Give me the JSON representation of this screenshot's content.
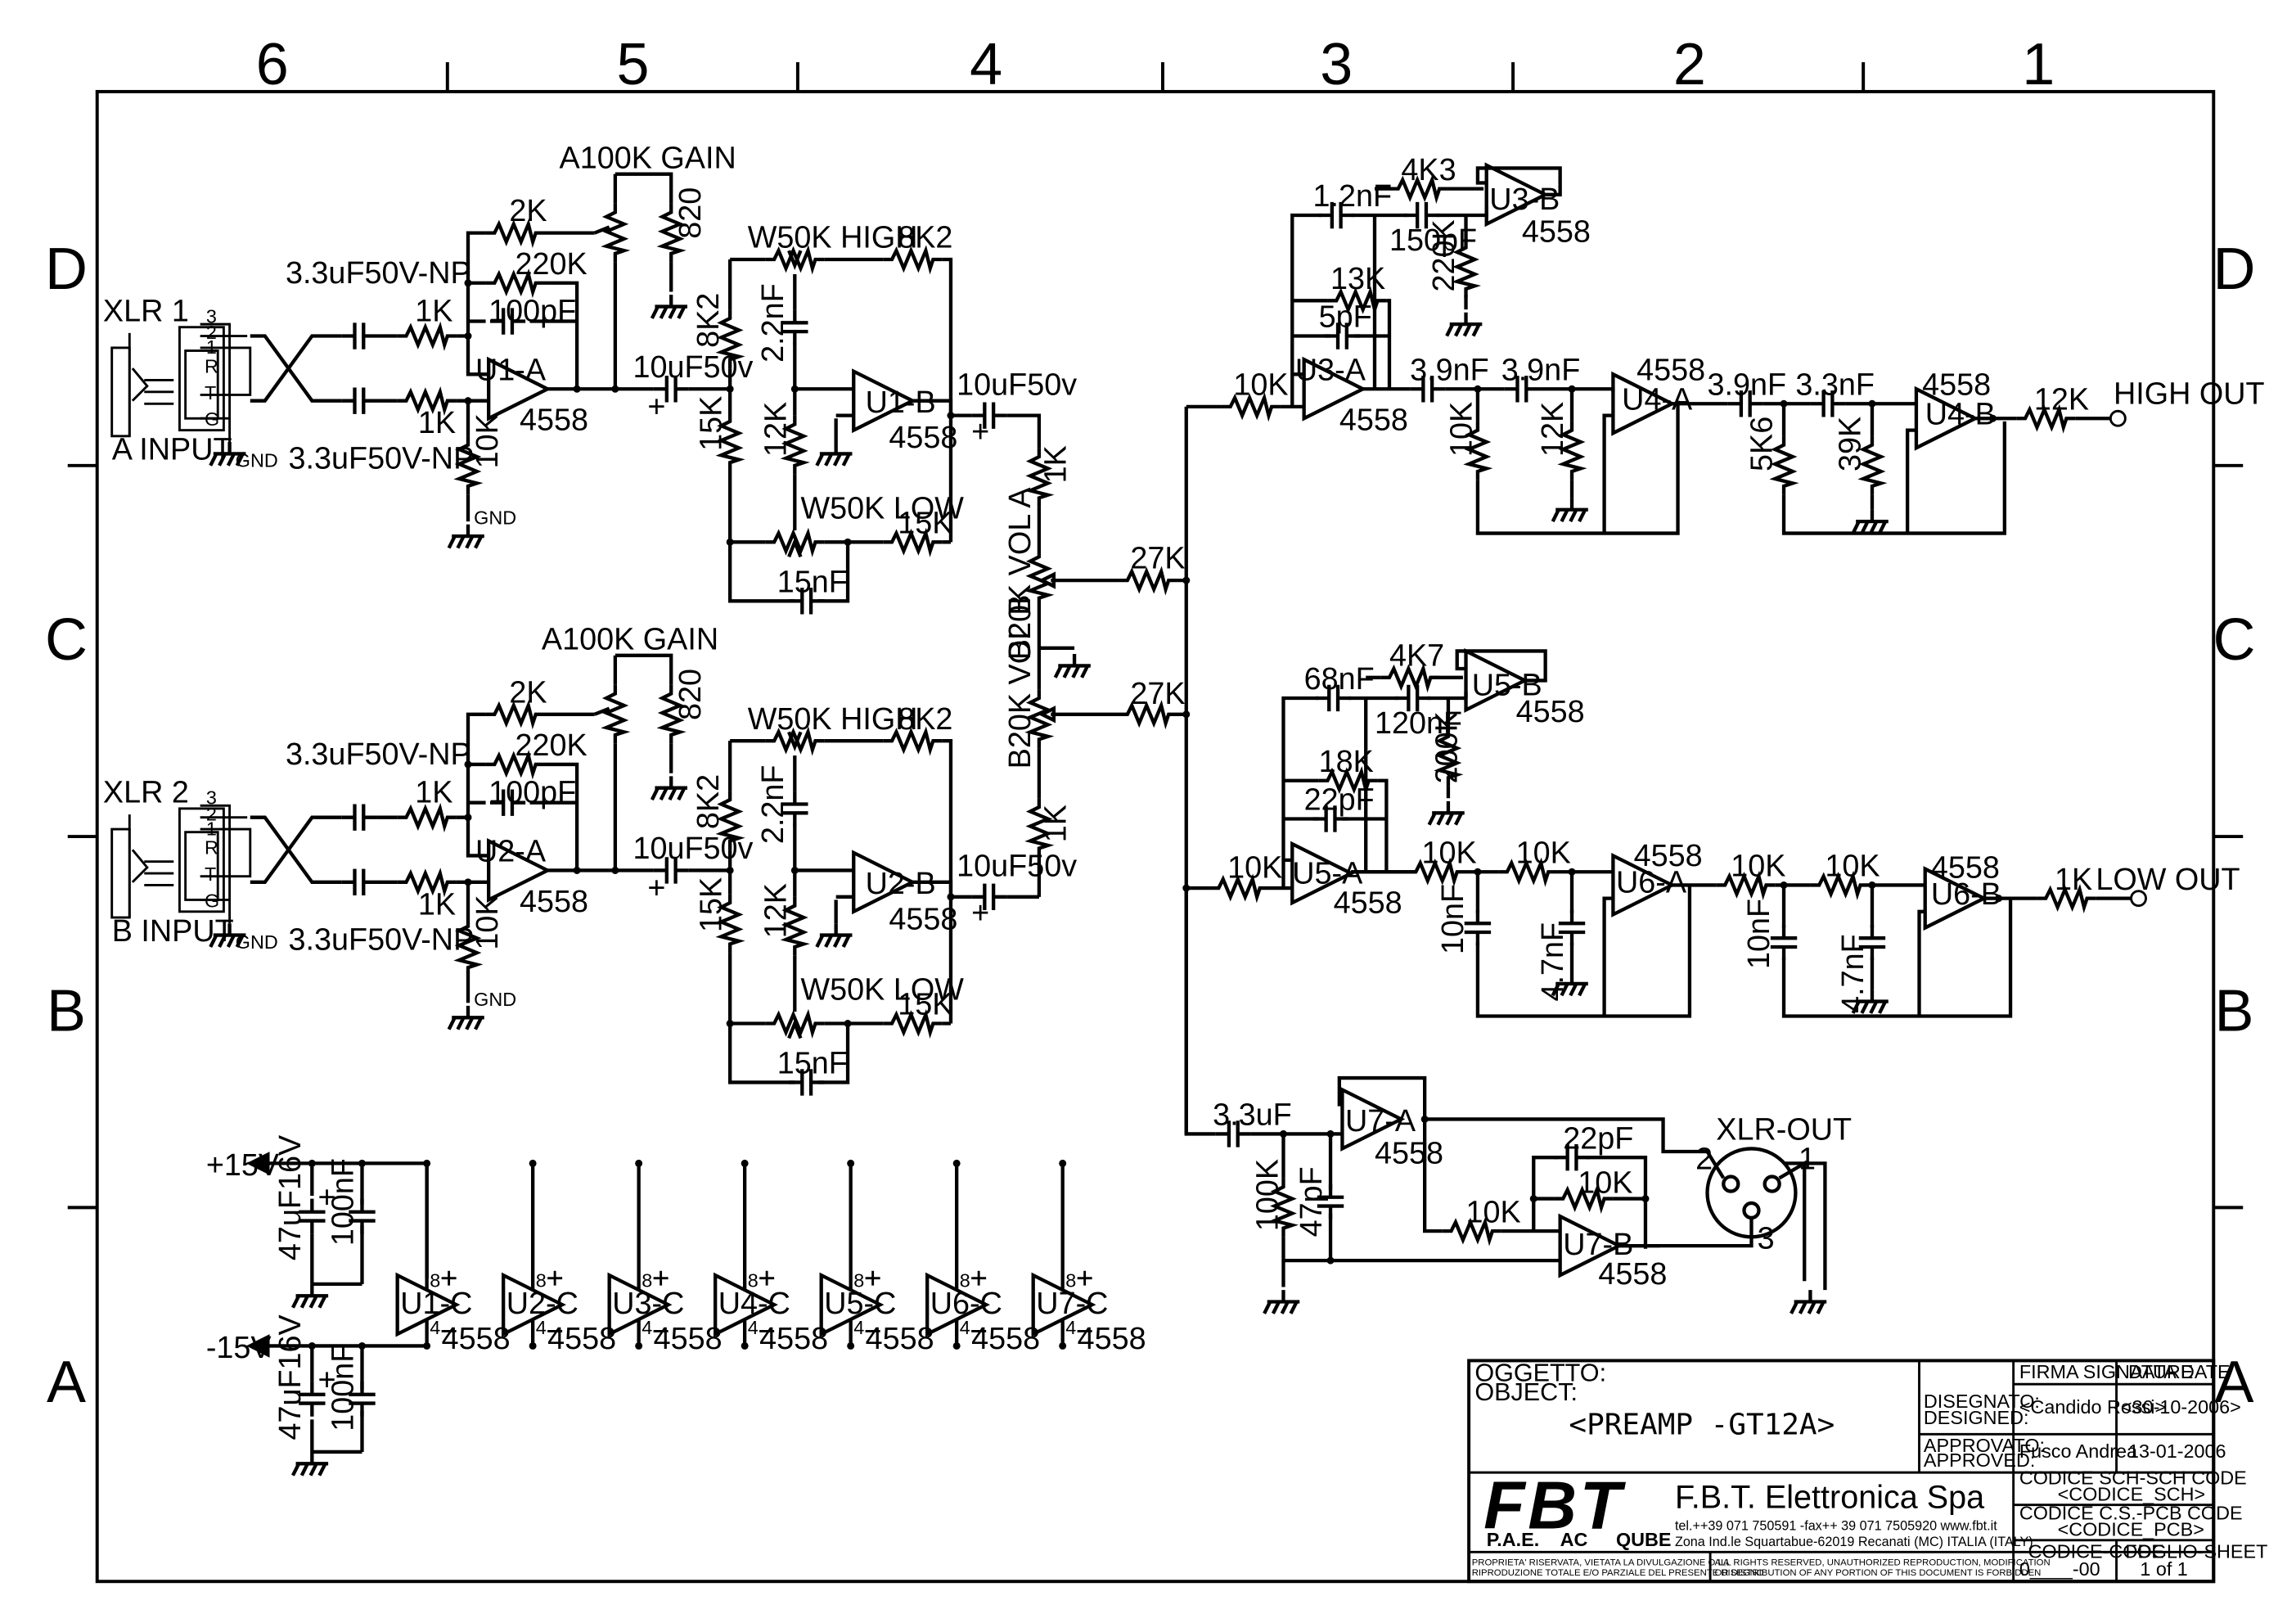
{
  "sheet": {
    "zones_top": [
      "6",
      "5",
      "4",
      "3",
      "2",
      "1"
    ],
    "zones_side": [
      "D",
      "C",
      "B",
      "A"
    ]
  },
  "inputs": {
    "a": {
      "xlr": "XLR 1",
      "name": "A INPUT",
      "pins": [
        "3",
        "2",
        "1"
      ],
      "contacts": [
        "R",
        "T",
        "G"
      ],
      "gnd": "GND",
      "gnd2": "GND"
    },
    "b": {
      "xlr": "XLR 2",
      "name": "B INPUT",
      "pins": [
        "3",
        "2",
        "1"
      ],
      "contacts": [
        "R",
        "T",
        "G"
      ],
      "gnd": "GND",
      "gnd2": "GND"
    }
  },
  "channel": {
    "cap_in": "3.3uF50V-NP",
    "r_in": "1K",
    "r_gain": "2K",
    "r_fb": "220K",
    "c_fb": "100pF",
    "pot_gain": "A100K GAIN",
    "r_gain2": "820",
    "r_bias": "10K",
    "cap_couple": "10uF50v",
    "pot_high": "W50K HIGH",
    "r_high": "8K2",
    "c_high": "2.2nF",
    "r_8k2": "8K2",
    "r_15k": "15K",
    "r_12k": "12K",
    "pot_low": "W50K LOW",
    "r_low": "15K",
    "c_low": "15nF",
    "cap_out": "10uF50v",
    "opamp": "4558",
    "plus": "+"
  },
  "opamps": {
    "u1a": "U1-A",
    "u1b": "U1-B",
    "u2a": "U2-A",
    "u2b": "U2-B",
    "u3a": "U3-A",
    "u3b": "U3-B",
    "u4a": "U4-A",
    "u4b": "U4-B",
    "u5a": "U5-A",
    "u5b": "U5-B",
    "u6a": "U6-A",
    "u6b": "U6-B",
    "u7a": "U7-A",
    "u7b": "U7-B"
  },
  "volume": {
    "r_top": "1K",
    "pot_a": "B20K VOL A",
    "pot_b": "B20K VOL B",
    "r_bot": "1K",
    "mix_a": "27K",
    "mix_b": "27K"
  },
  "high": {
    "r_in": "10K",
    "c1": "1.2nF",
    "r_4k3": "4K3",
    "c_150": "150pF",
    "r_220k": "220K",
    "r_13k": "13K",
    "c_5p": "5pF",
    "c_a": "3.9nF",
    "c_b": "3.9nF",
    "r_10k": "10K",
    "r_12k": "12K",
    "c_c": "3.9nF",
    "c_d": "3.3nF",
    "r_5k6": "5K6",
    "r_39k": "39K",
    "r_out": "12K",
    "out": "HIGH OUT"
  },
  "low": {
    "r_in": "10K",
    "c_68": "68nF",
    "r_4k7": "4K7",
    "c_120": "120nF",
    "r_200k": "200K",
    "r_18k": "18K",
    "c_22p": "22pF",
    "r_a": "10K",
    "r_b": "10K",
    "c_10n": "10nF",
    "c_47n": "4.7nF",
    "r_c": "10K",
    "r_d": "10K",
    "c_10n2": "10nF",
    "c_47n2": "4.7nF",
    "r_out": "1K",
    "out": "LOW OUT"
  },
  "xlrout": {
    "c_in": "3.3uF",
    "r_100k": "100K",
    "c_47p": "47pF",
    "c_22p": "22pF",
    "r_fb": "10K",
    "r_in": "10K",
    "label": "XLR-OUT",
    "pins": [
      "2",
      "1",
      "3"
    ]
  },
  "power": {
    "pos": "+15V",
    "neg": "-15V",
    "c_big": "47uF16V",
    "c_small": "100nF",
    "units": [
      "U1-C",
      "U2-C",
      "U3-C",
      "U4-C",
      "U5-C",
      "U6-C",
      "U7-C"
    ],
    "pin_top": "8",
    "pin_bot": "4"
  },
  "title_block": {
    "oggetto": "OGGETTO:",
    "object": "OBJECT:",
    "title": "<PREAMP -GT12A>",
    "disegnato": "DISEGNATO:",
    "designed": "DESIGNED:",
    "approvato": "APPROVATO:",
    "approved": "APPROVED:",
    "firma": "FIRMA SIGNATURE",
    "data": "DATA DATE",
    "designer": "<Candido Rossi>",
    "design_date": "<30-10-2006>",
    "approver": "Fusco Andrea",
    "approve_date": "13-01-2006",
    "logo": "FBT",
    "logo_sub": [
      "P.A.E.",
      "AC",
      "QUBE"
    ],
    "company": "F.B.T. Elettronica Spa",
    "contact1": "tel.++39 071 750591 -fax++ 39 071 7505920 www.fbt.it",
    "contact2": "Zona Ind.le Squartabue-62019 Recanati (MC) ITALIA (ITALY)",
    "sch_code": "CODICE SCH-SCH CODE",
    "sch_val": "<CODICE_SCH>",
    "pcb_code": "CODICE C.S.-PCB CODE",
    "pcb_val": "<CODICE_PCB>",
    "codice": "CODICE-CODE",
    "codice_val": "0____-00",
    "foglio": "FOGLIO-SHEET",
    "foglio_val": "1 of 1",
    "legal_it_1": "PROPRIETA' RISERVATA, VIETATA LA DIVULGAZIONE O LA",
    "legal_it_2": "RIPRODUZIONE TOTALE E/O PARZIALE DEL PRESENTE DISEGNO",
    "legal_en_1": "ALL RIGHTS RESERVED, UNAUTHORIZED REPRODUCTION, MODIFICATION",
    "legal_en_2": "OR DISTRIBUTION OF ANY PORTION OF THIS DOCUMENT IS FORBIDDEN"
  }
}
